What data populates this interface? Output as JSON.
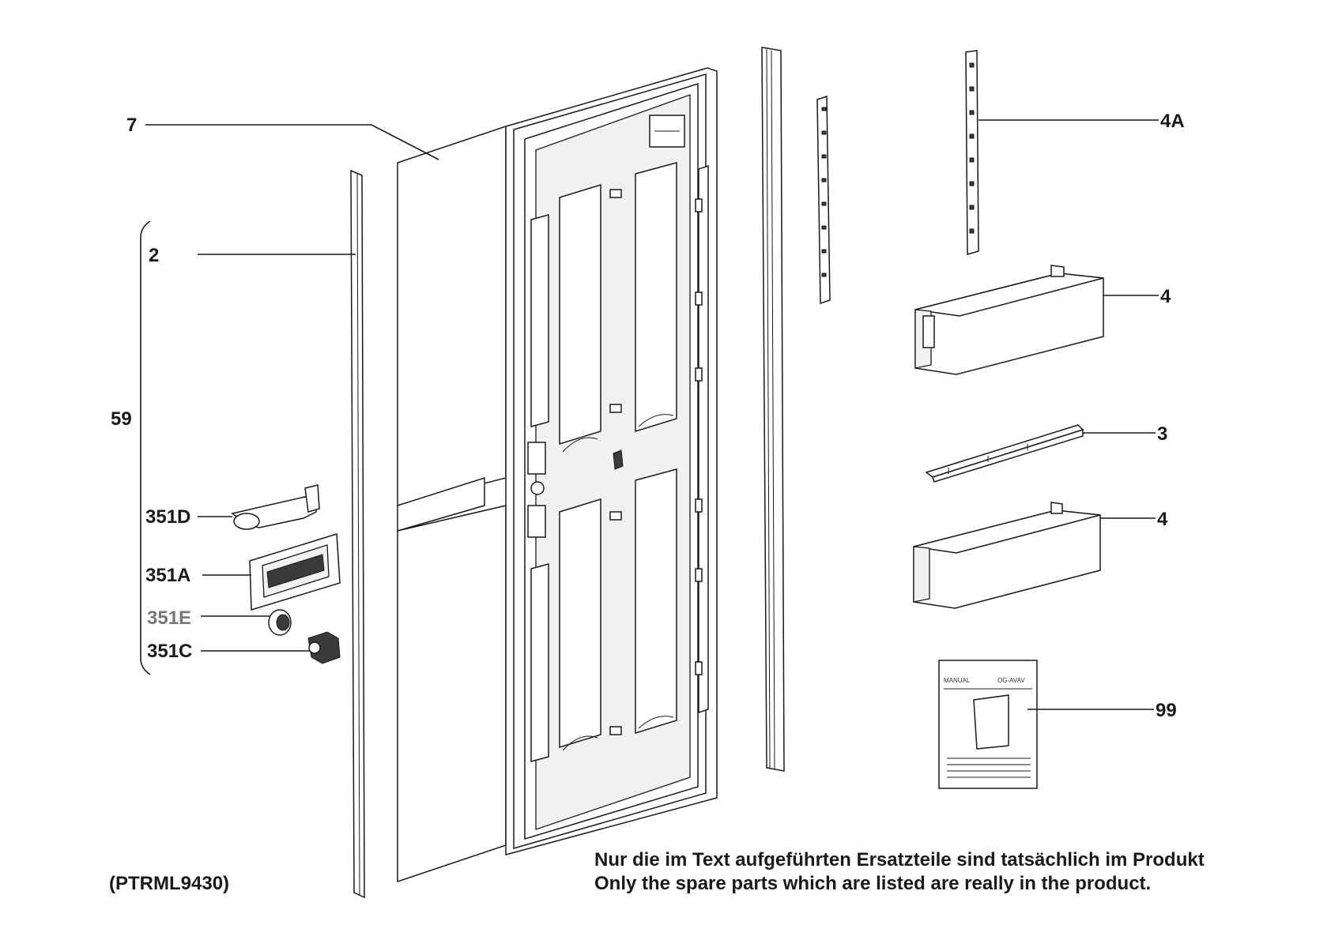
{
  "labels": {
    "part_7": "7",
    "part_2": "2",
    "part_59": "59",
    "part_351D": "351D",
    "part_351A": "351A",
    "part_351E": "351E",
    "part_351C": "351C",
    "part_4A": "4A",
    "part_4_upper": "4",
    "part_3": "3",
    "part_4_lower": "4",
    "part_99": "99"
  },
  "model_code": "(PTRML9430)",
  "notes": {
    "german": "Nur die im Text aufgeführten Ersatzteile sind tatsächlich im Produkt",
    "english": "Only the spare parts which are listed are really in the product."
  },
  "manual_text": {
    "left": "MANUAL",
    "right": "OG-AVAV"
  },
  "colors": {
    "line": "#1a1a1a",
    "background": "#ffffff",
    "fill_light": "#f1f1f1"
  }
}
